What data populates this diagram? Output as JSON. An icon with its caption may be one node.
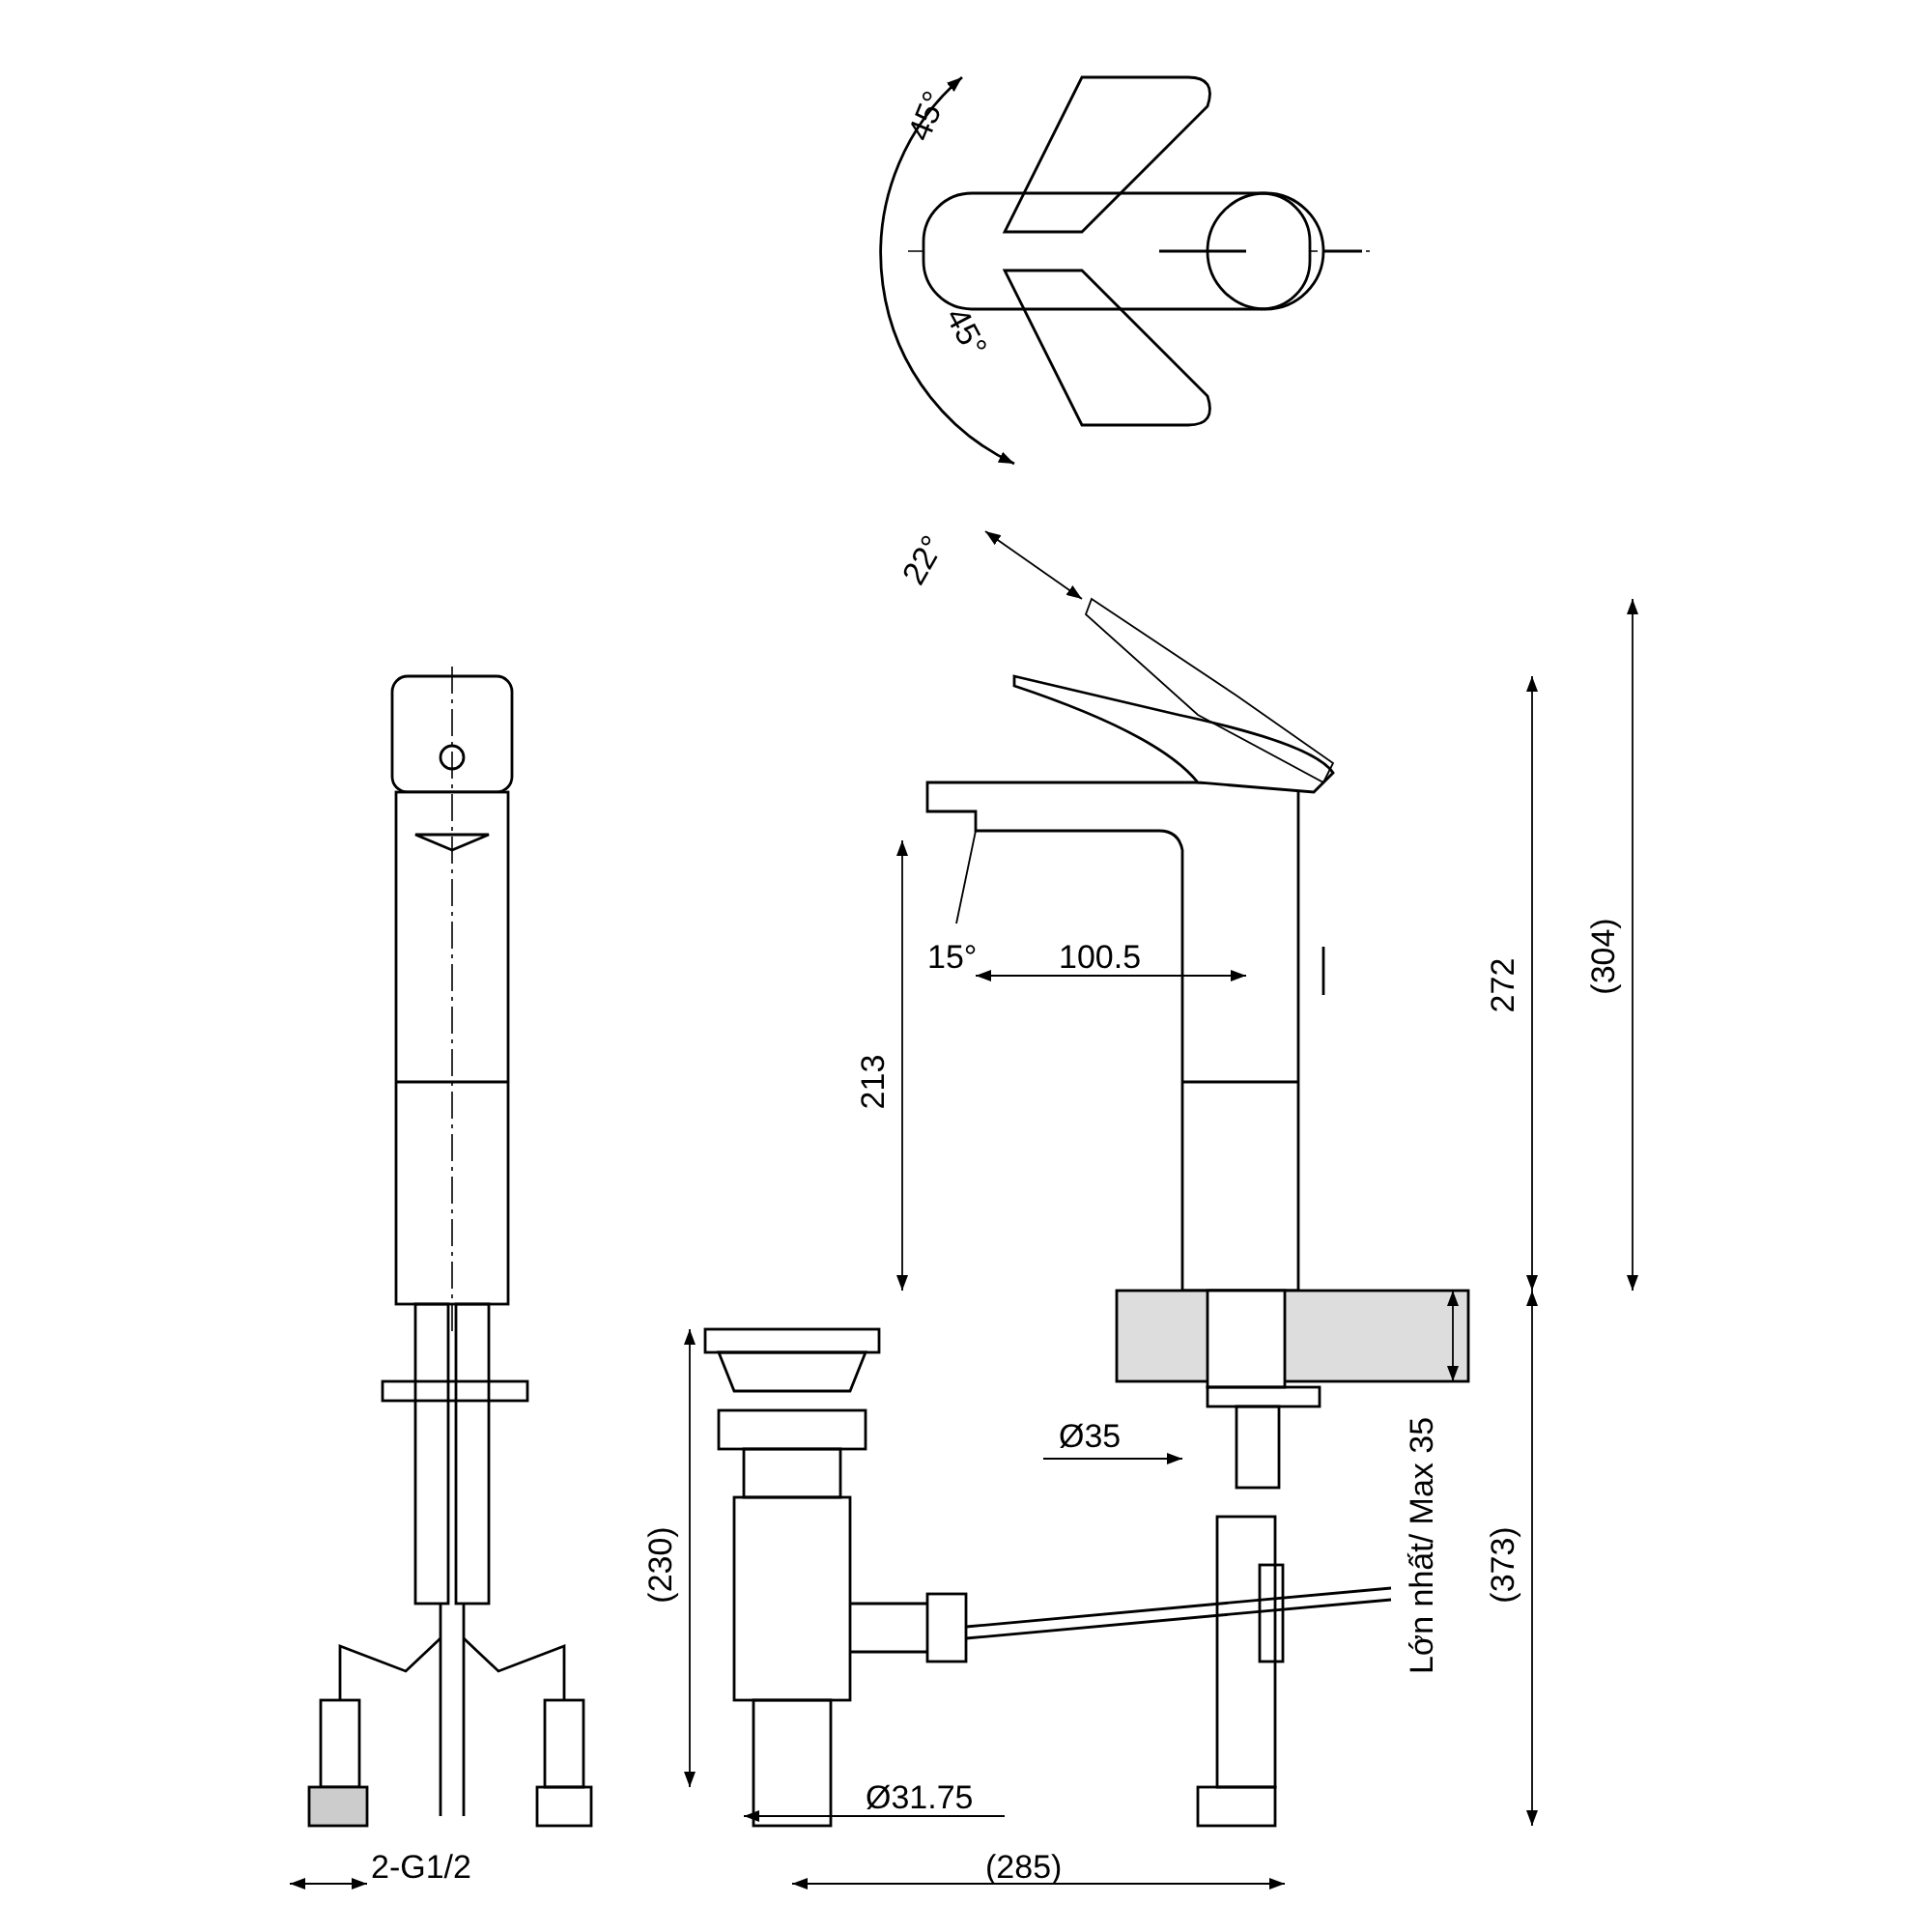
{
  "diagram": {
    "labels": [
      "45°",
      "45°",
      "22°",
      "15°",
      "100.5",
      "213",
      "272",
      "(304)",
      "Ø35",
      "(230)",
      "Lớn nhất/ Max 35",
      "(373)",
      "Ø31.75",
      "2-G1/2",
      "(285)"
    ]
  }
}
